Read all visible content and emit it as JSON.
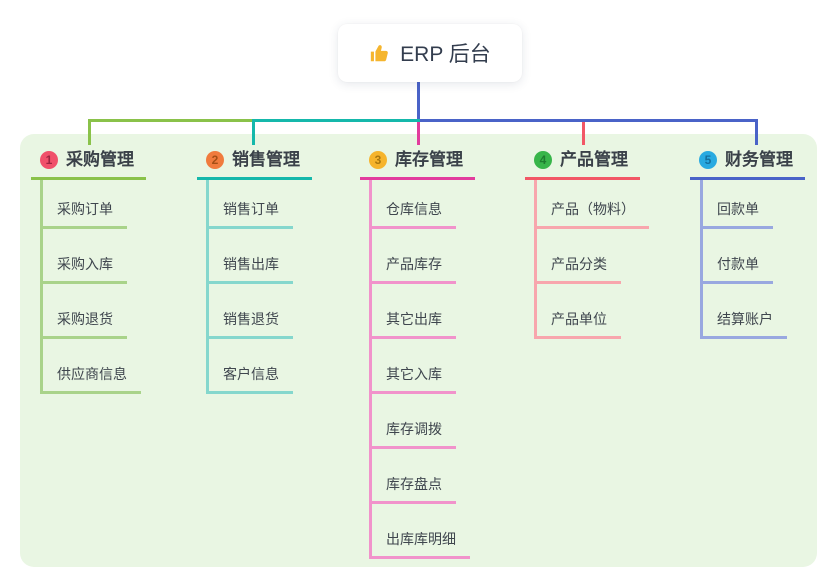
{
  "root": {
    "icon": "thumbs-up",
    "title": "ERP 后台"
  },
  "branches": [
    {
      "num": "1",
      "label": "采购管理",
      "line_color": "#8ac24a",
      "child_line_color": "#a9d38a",
      "chip_color": "#f0506a",
      "children": [
        "采购订单",
        "采购入库",
        "采购退货",
        "供应商信息"
      ]
    },
    {
      "num": "2",
      "label": "销售管理",
      "line_color": "#15b8ab",
      "child_line_color": "#85d7cd",
      "chip_color": "#f07b3d",
      "children": [
        "销售订单",
        "销售出库",
        "销售退货",
        "客户信息"
      ]
    },
    {
      "num": "3",
      "label": "库存管理",
      "line_color": "#e23c9d",
      "child_line_color": "#f193cb",
      "chip_color": "#f6b42c",
      "children": [
        "仓库信息",
        "产品库存",
        "其它出库",
        "其它入库",
        "库存调拨",
        "库存盘点",
        "出库库明细"
      ]
    },
    {
      "num": "4",
      "label": "产品管理",
      "line_color": "#f25766",
      "child_line_color": "#f8a6ad",
      "chip_color": "#38b54a",
      "children": [
        "产品（物料）",
        "产品分类",
        "产品单位"
      ]
    },
    {
      "num": "5",
      "label": "财务管理",
      "line_color": "#4a63c8",
      "child_line_color": "#99a8e0",
      "chip_color": "#29aae1",
      "children": [
        "回款单",
        "付款单",
        "结算账户"
      ]
    }
  ],
  "colors": {
    "canvas_background": "#ffffff",
    "panel_background": "#e9f6e3",
    "trunk": "#4a63c8",
    "root_text": "#333d4e",
    "icon_gold": "#f5b52e"
  }
}
